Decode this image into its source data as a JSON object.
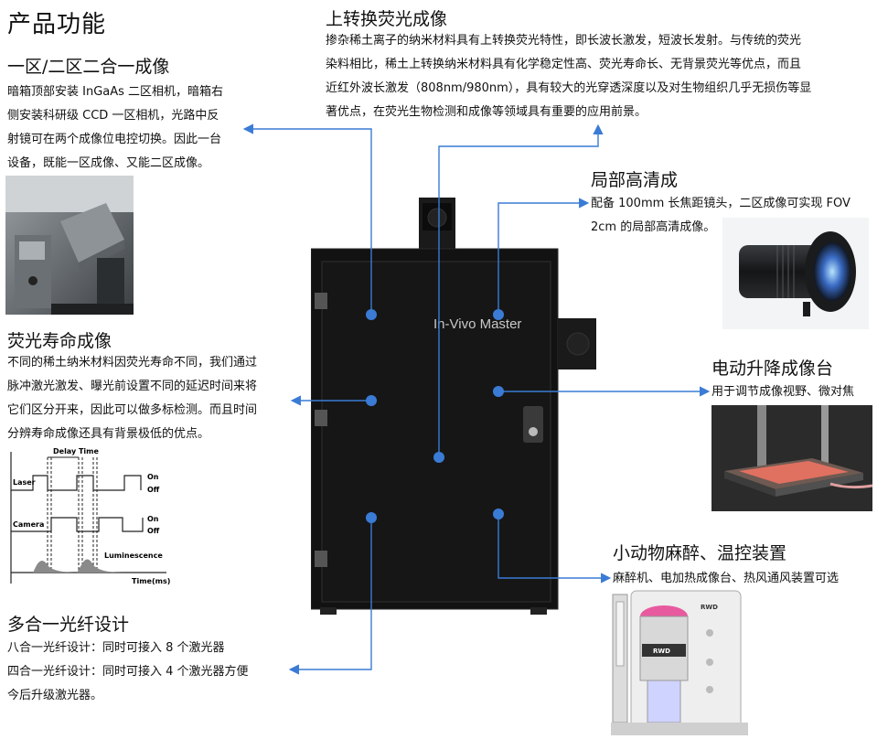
{
  "page_title": "产品功能",
  "device": {
    "brand": "In-Vivo Master"
  },
  "sections": {
    "dual_zone": {
      "title": "一区/二区二合一成像",
      "lines": [
        "暗箱顶部安装 InGaAs 二区相机，暗箱右",
        "侧安装科研级 CCD 一区相机，光路中反",
        "射镜可在两个成像位电控切换。因此一台",
        "设备，既能一区成像、又能二区成像。"
      ]
    },
    "upconversion": {
      "title": "上转换荧光成像",
      "lines": [
        "掺杂稀土离子的纳米材料具有上转换荧光特性，即长波长激发，短波长发射。与传统的荧光",
        "染料相比，稀土上转换纳米材料具有化学稳定性高、荧光寿命长、无背景荧光等优点，而且",
        "近红外波长激发（808nm/980nm），具有较大的光穿透深度以及对生物组织几乎无损伤等显",
        "著优点，在荧光生物检测和成像等领域具有重要的应用前景。"
      ]
    },
    "local_hd": {
      "title": "局部高清成",
      "lines": [
        "配备 100mm 长焦距镜头，二区成像可实现 FOV",
        "2cm 的局部高清成像。"
      ]
    },
    "lifetime": {
      "title": "荧光寿命成像",
      "lines": [
        "不同的稀土纳米材料因荧光寿命不同，我们通过",
        "脉冲激光激发、曝光前设置不同的延迟时间来将",
        "它们区分开来，因此可以做多标检测。而且时间",
        "分辨寿命成像还具有背景极低的优点。"
      ]
    },
    "lift_stage": {
      "title": "电动升降成像台",
      "lines": [
        "用于调节成像视野、微对焦"
      ]
    },
    "anesthesia": {
      "title": "小动物麻醉、温控装置",
      "lines": [
        "麻醉机、电加热成像台、热风通风装置可选"
      ]
    },
    "fiber": {
      "title": "多合一光纤设计",
      "lines": [
        "八合一光纤设计：同时可接入 8 个激光器",
        "四合一光纤设计：同时可接入 4 个激光器方便",
        "今后升级激光器。"
      ]
    }
  },
  "timing_diagram": {
    "delay_label": "Delay Time",
    "laser_label": "Laser",
    "camera_label": "Camera",
    "luminescence_label": "Luminescence",
    "on_label": "On",
    "off_label": "Off",
    "time_label": "Time(ms)"
  },
  "machine_labels": {
    "brand": "RWD"
  },
  "colors": {
    "accent": "#3a7bd5",
    "cabinet": "#121212"
  }
}
